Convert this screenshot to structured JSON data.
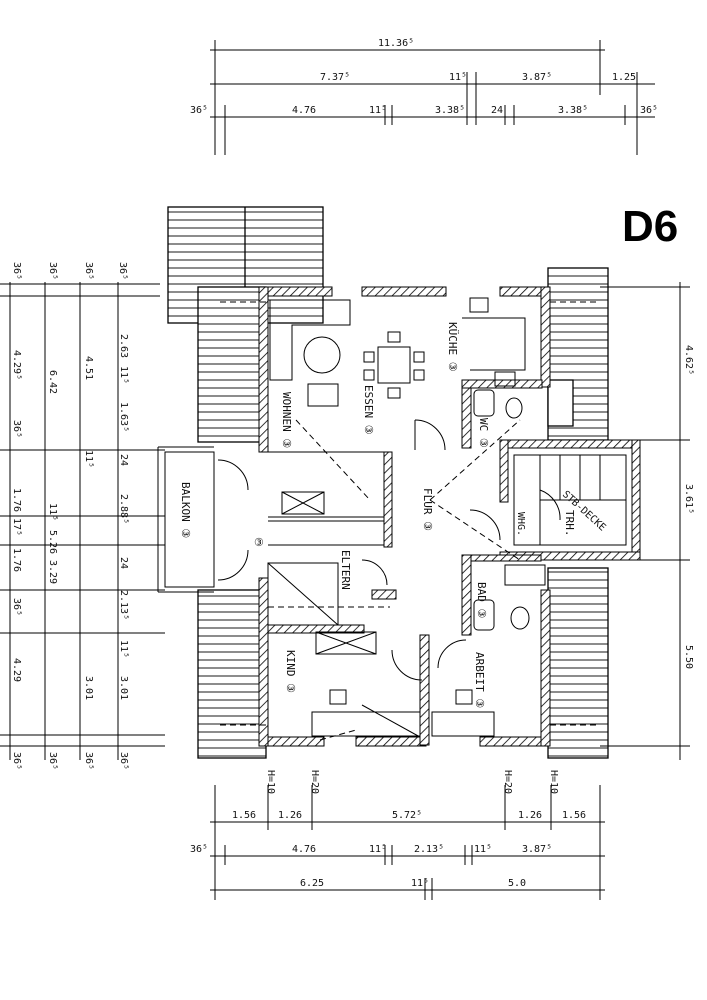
{
  "plan_id": "D6",
  "dims_top": {
    "overall": "11.36⁵",
    "row2": [
      "7.37⁵",
      "11⁵",
      "3.87⁵",
      "1.25"
    ],
    "row3": [
      "36⁵",
      "4.76",
      "11⁵",
      "3.38⁵",
      "24",
      "3.38⁵",
      "36⁵"
    ]
  },
  "dims_bottom": {
    "row1": [
      "1.56",
      "1.26",
      "5.72⁵",
      "1.26",
      "1.56"
    ],
    "row2": [
      "36⁵",
      "4.76",
      "11⁵",
      "2.13⁵",
      "11⁵",
      "3.87⁵"
    ],
    "row3": [
      "6.25",
      "11⁵",
      "5.0"
    ]
  },
  "dims_left": {
    "top_marks": [
      "36⁵",
      "36⁵",
      "36⁵",
      "36⁵"
    ],
    "col1": [
      "4.29⁵",
      "36⁵",
      "1.76",
      "17⁵",
      "1.76",
      "36⁵",
      "4.29",
      "36⁵"
    ],
    "col2": [
      "6.42",
      "11⁵",
      "5.26",
      "3.29",
      "36⁵"
    ],
    "col3": [
      "4.51",
      "11⁵",
      "3.01",
      "36⁵"
    ],
    "col4": [
      "2.63",
      "11⁵",
      "1.63⁵",
      "24",
      "2.88⁵",
      "24",
      "2.13⁵",
      "11⁵",
      "3.01",
      "36⁵"
    ]
  },
  "dims_right": [
    "4.62⁵",
    "3.61⁵",
    "5.50"
  ],
  "rooms": {
    "wohnen": "WOHNEN ③",
    "essen": "ESSEN ③",
    "kueche": "KÜCHE ③",
    "wc": "WC ③",
    "flur": "FLUR ③",
    "balkon": "BALKON ③",
    "eltern": "ELTERN",
    "kind": "KIND ③",
    "bad": "BAD ③",
    "arbeit": "ARBEIT ③",
    "trh": "TRH.",
    "stb_decke": "STB-DECKE",
    "whg": "WHG.",
    "abstell": "③"
  },
  "heights": [
    "H=10",
    "H=20",
    "H=20",
    "H=10"
  ]
}
